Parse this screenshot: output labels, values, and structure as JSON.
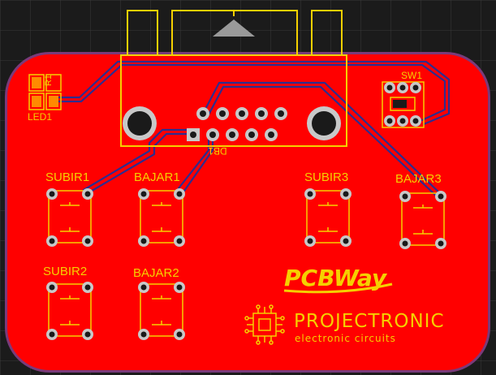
{
  "colors": {
    "background": "#1b1b1b",
    "grid": "#3a3a3a",
    "board": "#ff0000",
    "board_edge": "#7a3a7a",
    "trace": "#2d2d8f",
    "silkscreen": "#f5d000",
    "pad": "#c8c8c8",
    "hole": "#1a1a1a"
  },
  "components": {
    "led": {
      "ref": "LED1",
      "resistor_ref": "R1"
    },
    "switch": {
      "ref": "SW1"
    },
    "connector": {
      "ref": "DB1"
    },
    "buttons": [
      {
        "ref": "SUBIR1"
      },
      {
        "ref": "BAJAR1"
      },
      {
        "ref": "SUBIR3"
      },
      {
        "ref": "BAJAR3"
      },
      {
        "ref": "SUBIR2"
      },
      {
        "ref": "BAJAR2"
      }
    ]
  },
  "branding": {
    "sponsor": "PCBWay",
    "company": "PROJECTRONIC",
    "tagline": "electronic circuits"
  }
}
